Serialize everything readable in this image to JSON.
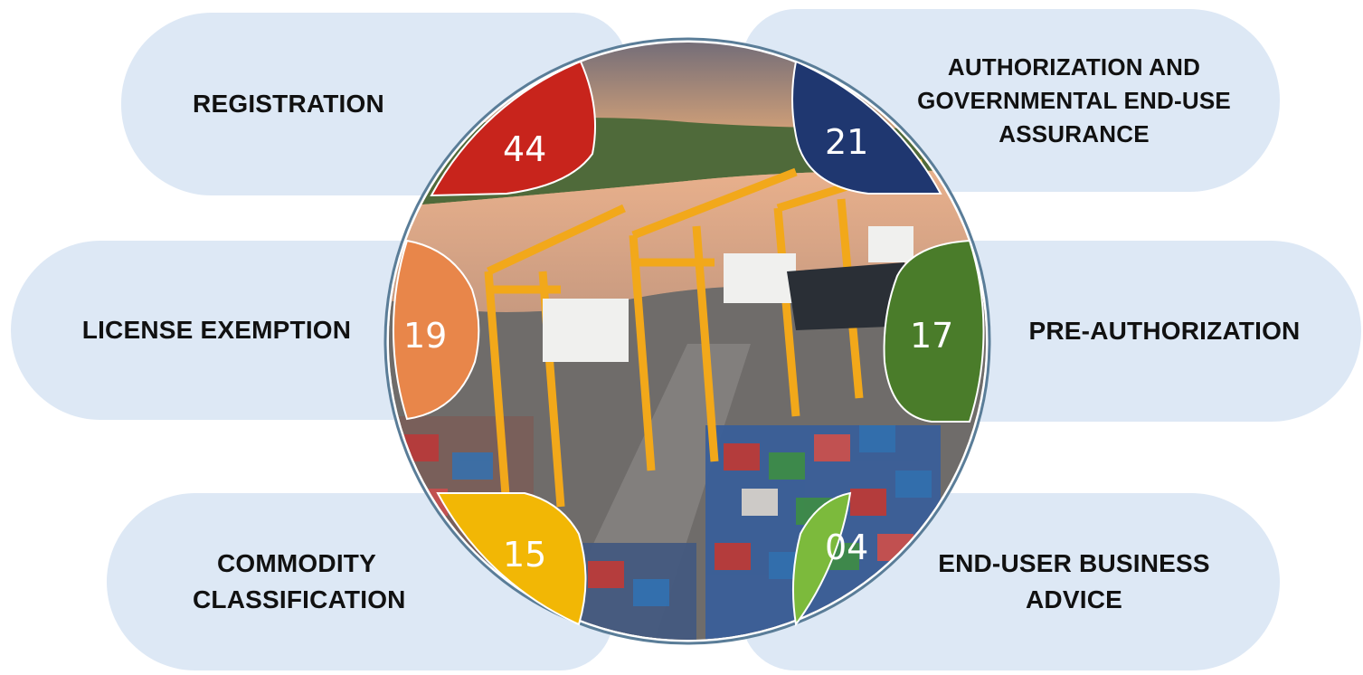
{
  "items": [
    {
      "id": "registration",
      "label": "REGISTRATION",
      "number": "44",
      "color": "#c8241c"
    },
    {
      "id": "authorization",
      "label": "AUTHORIZATION AND GOVERNMENTAL END-USE ASSURANCE",
      "number": "21",
      "color": "#1f3770"
    },
    {
      "id": "license-exemption",
      "label": "LICENSE EXEMPTION",
      "number": "19",
      "color": "#e8864a"
    },
    {
      "id": "pre-authorization",
      "label": "PRE-AUTHORIZATION",
      "number": "17",
      "color": "#4a7c2a"
    },
    {
      "id": "commodity-classification",
      "label": "COMMODITY CLASSIFICATION",
      "number": "15",
      "color": "#f2b705"
    },
    {
      "id": "end-user-business-advice",
      "label": "END-USER BUSINESS ADVICE",
      "number": "04",
      "color": "#7cba3c"
    }
  ],
  "image": {
    "description_icon": "port-container-terminal-photo"
  }
}
